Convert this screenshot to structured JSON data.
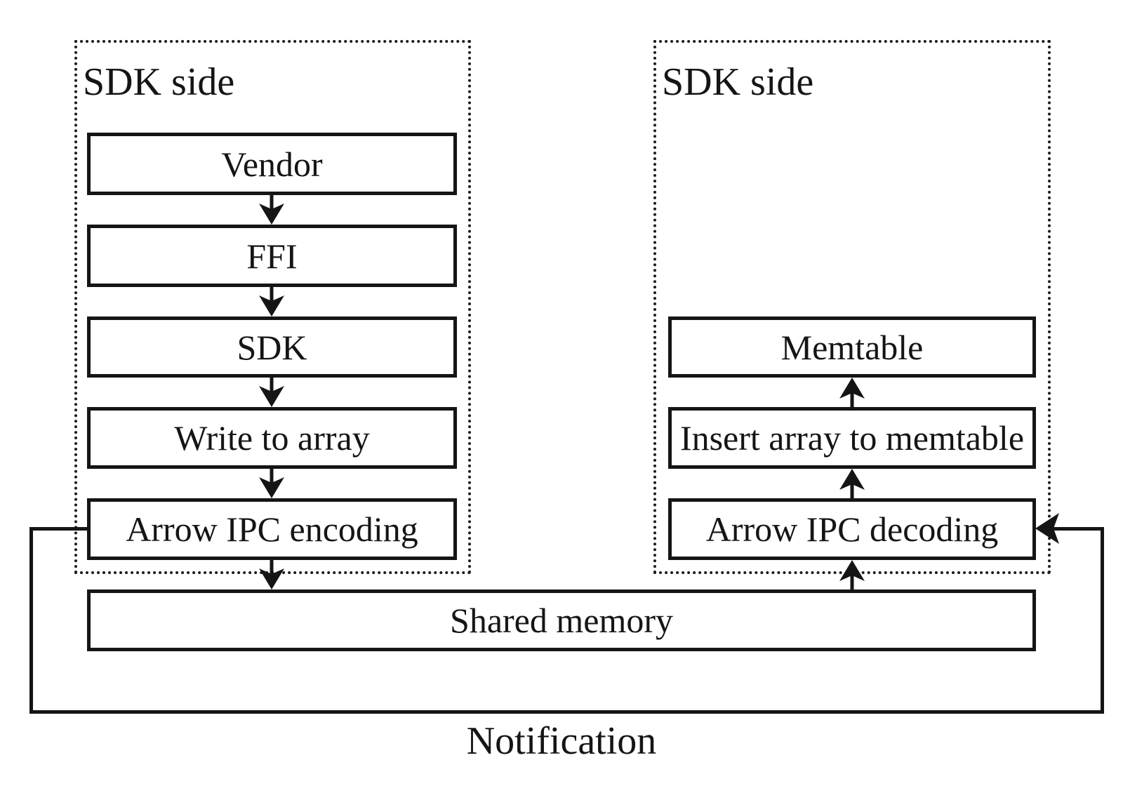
{
  "colors": {
    "ink": "#151515",
    "background": "#ffffff"
  },
  "panels": {
    "left": {
      "title": "SDK side",
      "nodes": [
        "Vendor",
        "FFI",
        "SDK",
        "Write to array",
        "Arrow IPC encoding"
      ]
    },
    "right": {
      "title": "SDK side",
      "nodes": [
        "Memtable",
        "Insert array to memtable",
        "Arrow IPC decoding"
      ]
    }
  },
  "shared_memory": {
    "label": "Shared memory"
  },
  "notification": {
    "label": "Notification"
  }
}
